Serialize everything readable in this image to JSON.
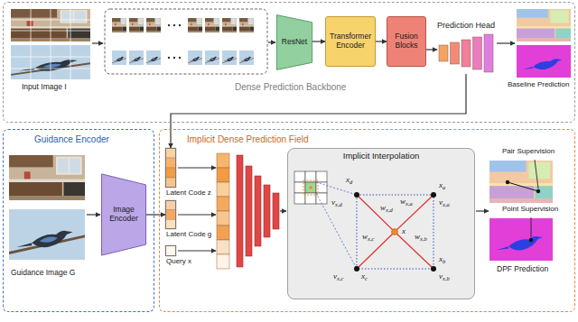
{
  "diagram": {
    "nodes": [
      {
        "text": [
          "Dense Prediction Backbone"
        ]
      },
      {
        "text": [
          "ResNet"
        ],
        "in": 0
      },
      {
        "text": [
          "Transformer Encoder"
        ],
        "in": 0
      },
      {
        "text": [
          "Fusion Blocks"
        ],
        "in": 0
      },
      {
        "text": [
          "Prediction Head"
        ],
        "in": 0
      },
      {
        "text": [
          "Guidance Encoder"
        ]
      },
      {
        "text": [
          "Image Encoder"
        ],
        "in": 5
      },
      {
        "text": [
          "Implicit Dense Prediction Field"
        ]
      },
      {
        "text": [
          "Latent Code z"
        ],
        "in": 7
      },
      {
        "text": [
          "Latent Code g"
        ],
        "in": 7
      },
      {
        "text": [
          "Query x"
        ],
        "in": 7
      },
      {
        "text": [
          "Implicit Interpolation"
        ],
        "in": 7
      }
    ],
    "edges": [
      {
        "from": 1,
        "to": 2,
        "arrow": "to"
      },
      {
        "from": 2,
        "to": 3,
        "arrow": "to"
      },
      {
        "from": 3,
        "to": 4,
        "arrow": "to"
      },
      {
        "from": 4,
        "to": 8,
        "arrow": "to"
      },
      {
        "from": 6,
        "to": 9,
        "arrow": "to"
      }
    ],
    "labels": [
      "Input Image I",
      "Baseline Prediction",
      "Guidance Image G",
      "xd",
      "vx,d",
      "xa",
      "vx,a",
      "wx,d",
      "wx,a",
      "x",
      "wx,c",
      "wx,b",
      "xc",
      "vx,c",
      "xb",
      "vx,b",
      "Pair Supervision",
      "Point Supervision",
      "DPF Prediction"
    ]
  }
}
